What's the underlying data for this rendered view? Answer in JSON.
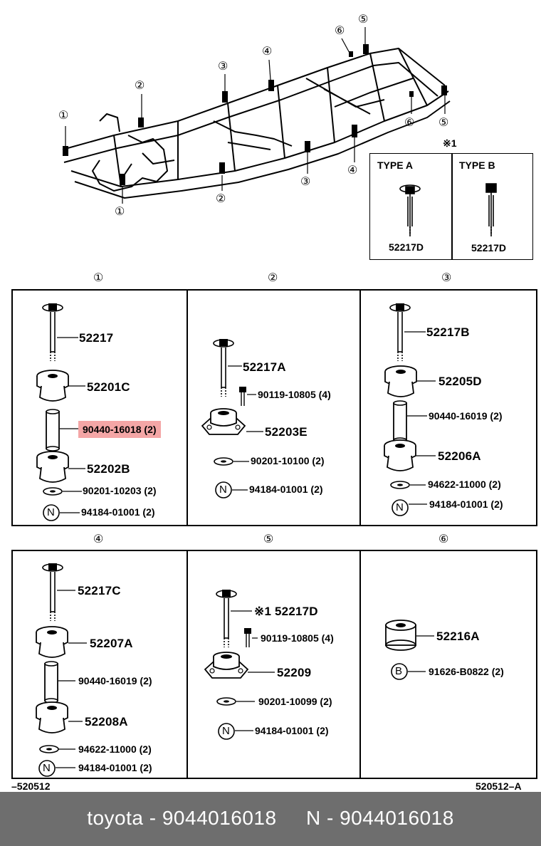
{
  "frame": {
    "callouts": [
      "①",
      "②",
      "③",
      "④",
      "⑤",
      "⑥"
    ],
    "note_mark": "※1"
  },
  "type_box": {
    "type_a_label": "TYPE A",
    "type_b_label": "TYPE B",
    "type_a_part": "52217D",
    "type_b_part": "52217D"
  },
  "panels": [
    {
      "number": "①",
      "parts": [
        "52217",
        "52201C",
        "90440-16018 (2)",
        "52202B",
        "90201-10203 (2)",
        "94184-01001 (2)"
      ],
      "highlighted": "90440-16018 (2)",
      "nut_letter": "N"
    },
    {
      "number": "②",
      "parts": [
        "52217A",
        "90119-10805 (4)",
        "52203E",
        "90201-10100 (2)",
        "94184-01001 (2)"
      ],
      "nut_letter": "N"
    },
    {
      "number": "③",
      "parts": [
        "52217B",
        "52205D",
        "90440-16019 (2)",
        "52206A",
        "94622-11000 (2)",
        "94184-01001 (2)"
      ],
      "nut_letter": "N"
    },
    {
      "number": "④",
      "parts": [
        "52217C",
        "52207A",
        "90440-16019 (2)",
        "52208A",
        "94622-11000 (2)",
        "94184-01001 (2)"
      ],
      "nut_letter": "N"
    },
    {
      "number": "⑤",
      "parts": [
        "※1 52217D",
        "90119-10805 (4)",
        "52209",
        "90201-10099 (2)",
        "94184-01001 (2)"
      ],
      "nut_letter": "N"
    },
    {
      "number": "⑥",
      "parts": [
        "52216A",
        "91626-B0822 (2)"
      ],
      "bolt_letter": "B"
    }
  ],
  "codes": {
    "left": "–520512",
    "right": "520512–A"
  },
  "footer": {
    "text": "toyota - 9044016018     N - 9044016018"
  },
  "colors": {
    "highlight": "#f4a6a6",
    "footer_bg": "#6e6e6e"
  }
}
